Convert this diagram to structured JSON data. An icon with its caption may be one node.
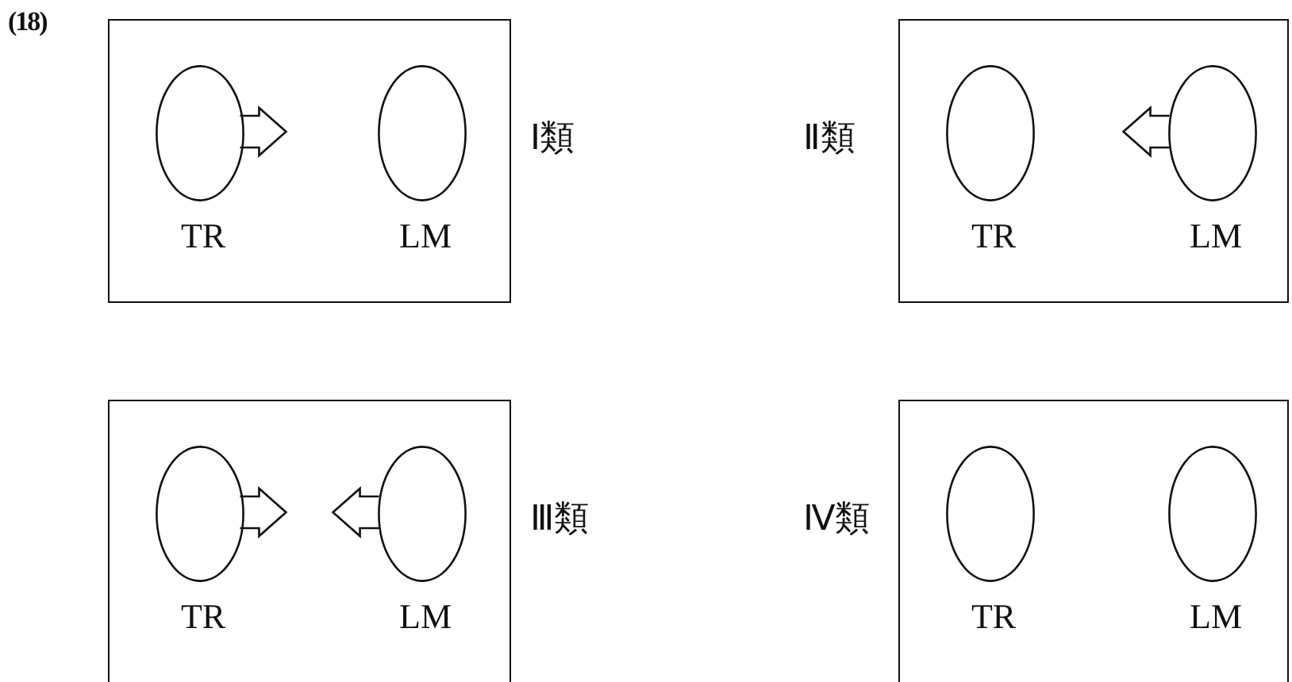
{
  "diagram": {
    "nodes": [
      {
        "text": [],
        "shape": "box",
        "beside": [
          "Ⅰ類"
        ]
      },
      {
        "text": [
          "TR"
        ],
        "in": 0
      },
      {
        "text": [
          "LM"
        ],
        "in": 0
      },
      {
        "text": [],
        "shape": "box",
        "beside": [
          "Ⅱ類"
        ]
      },
      {
        "text": [
          "TR"
        ],
        "in": 3
      },
      {
        "text": [
          "LM"
        ],
        "in": 3
      },
      {
        "text": [],
        "shape": "box",
        "beside": [
          "Ⅲ類"
        ]
      },
      {
        "text": [
          "TR"
        ],
        "in": 6
      },
      {
        "text": [
          "LM"
        ],
        "in": 6
      },
      {
        "text": [],
        "shape": "box",
        "beside": [
          "Ⅳ類"
        ]
      },
      {
        "text": [
          "TR"
        ],
        "in": 9
      },
      {
        "text": [
          "LM"
        ],
        "in": 9
      }
    ],
    "edges": [
      {
        "from": 1,
        "to": null,
        "arrow": "to"
      },
      {
        "from": 5,
        "to": null,
        "arrow": "to"
      },
      {
        "from": 7,
        "to": null,
        "arrow": "to"
      },
      {
        "from": 8,
        "to": null,
        "arrow": "to"
      }
    ],
    "labels": [
      "(18)"
    ]
  }
}
